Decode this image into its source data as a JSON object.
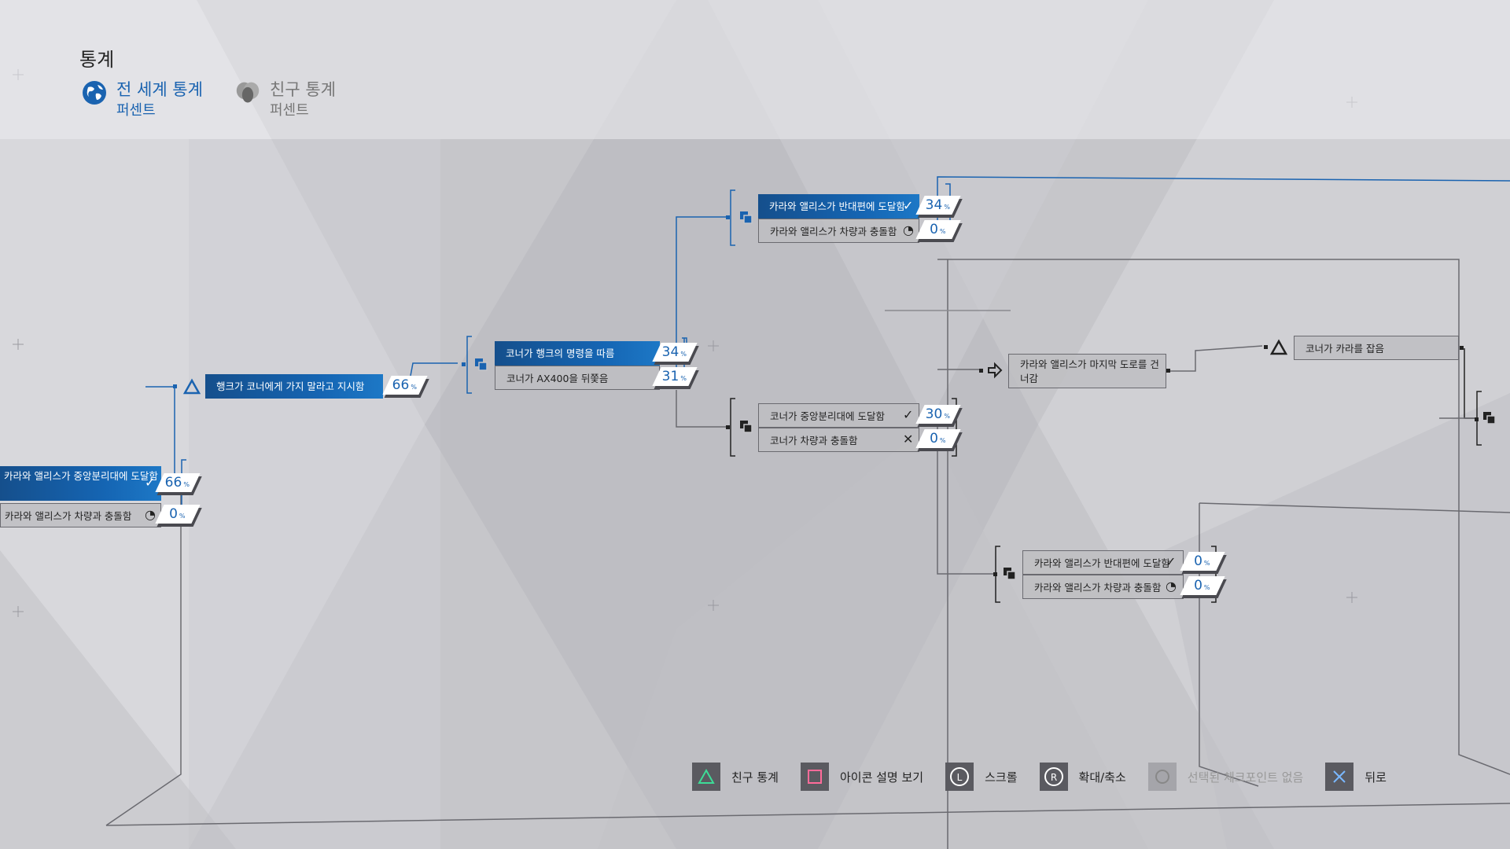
{
  "header": {
    "title": "통계",
    "tabs": [
      {
        "label": "전 세계 통계",
        "sub": "퍼센트",
        "icon": "globe-icon",
        "active": true
      },
      {
        "label": "친구 통계",
        "sub": "퍼센트",
        "icon": "friends-icon",
        "active": false
      }
    ]
  },
  "flowchart": {
    "start_node": {
      "label": "행크가 코너에게 가지 말라고 지시함",
      "percent": "66"
    },
    "left_pair": [
      {
        "label": "카라와 앨리스가 중앙분리대에 도달함",
        "percent": "66",
        "mark": "check-icon"
      },
      {
        "label": "카라와 앨리스가 차량과 충돌함",
        "percent": "0",
        "mark": "car-crash-icon"
      }
    ],
    "middle_pair": [
      {
        "label": "코너가 행크의 명령을 따름",
        "percent": "34"
      },
      {
        "label": "코너가 AX400을 뒤쫓음",
        "percent": "31"
      }
    ],
    "top_pair": [
      {
        "label": "카라와 앨리스가 반대편에 도달함",
        "percent": "34",
        "mark": "check-icon"
      },
      {
        "label": "카라와 앨리스가 차량과 충돌함",
        "percent": "0",
        "mark": "car-crash-icon"
      }
    ],
    "connor_pair": [
      {
        "label": "코너가 중앙분리대에 도달함",
        "percent": "30",
        "mark": "check-icon"
      },
      {
        "label": "코너가 차량과 충돌함",
        "percent": "0",
        "mark": "cross-icon"
      }
    ],
    "lower_pair": [
      {
        "label": "카라와 앨리스가 반대편에 도달함",
        "percent": "0",
        "mark": "check-icon"
      },
      {
        "label": "카라와 앨리스가 차량과 충돌함",
        "percent": "0",
        "mark": "car-crash-icon"
      }
    ],
    "last_road_node": {
      "label": "카라와 앨리스가 마지막 도로를 건너감"
    },
    "grab_node": {
      "label": "코너가 카라를 잡음"
    },
    "percent_unit": "%"
  },
  "bottom_bar": [
    {
      "button": "triangle",
      "label": "친구 통계",
      "enabled": true
    },
    {
      "button": "square",
      "label": "아이콘 설명 보기",
      "enabled": true
    },
    {
      "button": "L",
      "label": "스크롤",
      "enabled": true
    },
    {
      "button": "R",
      "label": "확대/축소",
      "enabled": true
    },
    {
      "button": "circle",
      "label": "선택된 체크포인트 없음",
      "enabled": false
    },
    {
      "button": "cross",
      "label": "뒤로",
      "enabled": true
    }
  ],
  "colors": {
    "accent": "#1a63b0",
    "node_blue": "#1565b3",
    "background": "#c9c9cd"
  }
}
